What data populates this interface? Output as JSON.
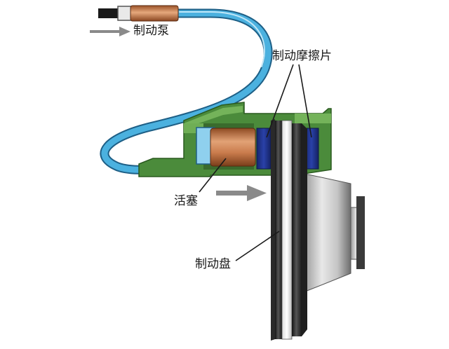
{
  "labels": {
    "pump": "制动泵",
    "pads": "制动摩擦片",
    "piston": "活塞",
    "disc": "制动盘"
  },
  "colors": {
    "hose": "#3a9fd0",
    "hose_outline": "#1e5f86",
    "caliper": "#4b8b3b",
    "caliper_light": "#6fae55",
    "piston": "#c97b4c",
    "pad": "#1b2f8c",
    "disc_dark": "#2b2b2b",
    "hub": "#c8c8c8",
    "arrow": "#8a8a8a",
    "text": "#1a1a1a"
  }
}
